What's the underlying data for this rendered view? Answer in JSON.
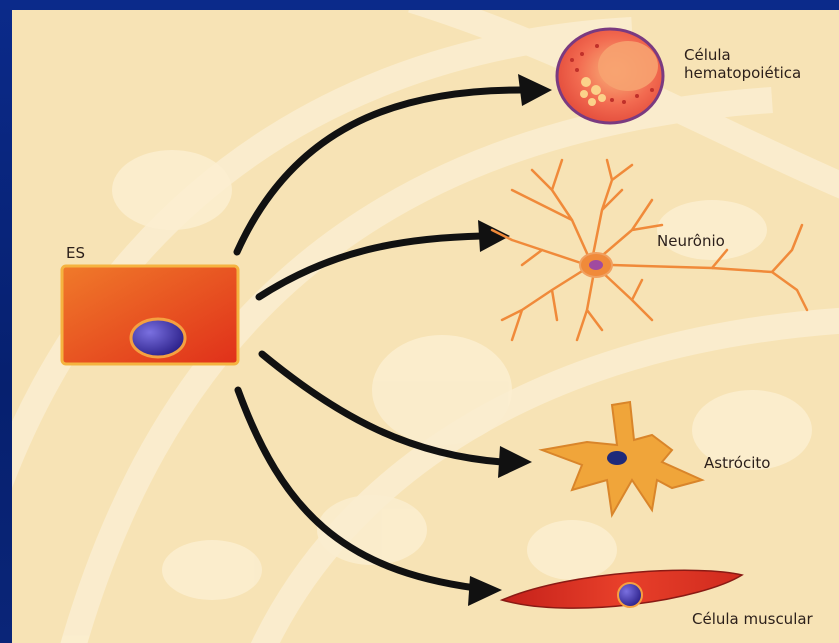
{
  "diagram": {
    "source_label": "ES",
    "targets": [
      {
        "id": "hematopoietic",
        "label_line1": "Célula",
        "label_line2": "hematopoiética"
      },
      {
        "id": "neuron",
        "label": "Neurônio"
      },
      {
        "id": "astrocyte",
        "label": "Astrócito"
      },
      {
        "id": "muscle",
        "label": "Célula muscular"
      }
    ]
  },
  "colors": {
    "frame_blue": "#0b2a8a",
    "background_cream": "#f7e3b5",
    "arrow_black": "#111111",
    "es_cell_red": "#e8401d",
    "nucleus_purple": "#3a2f9e",
    "neuron_orange": "#f08a3a",
    "astrocyte_orange": "#f0a53a",
    "muscle_red": "#d9301f"
  }
}
